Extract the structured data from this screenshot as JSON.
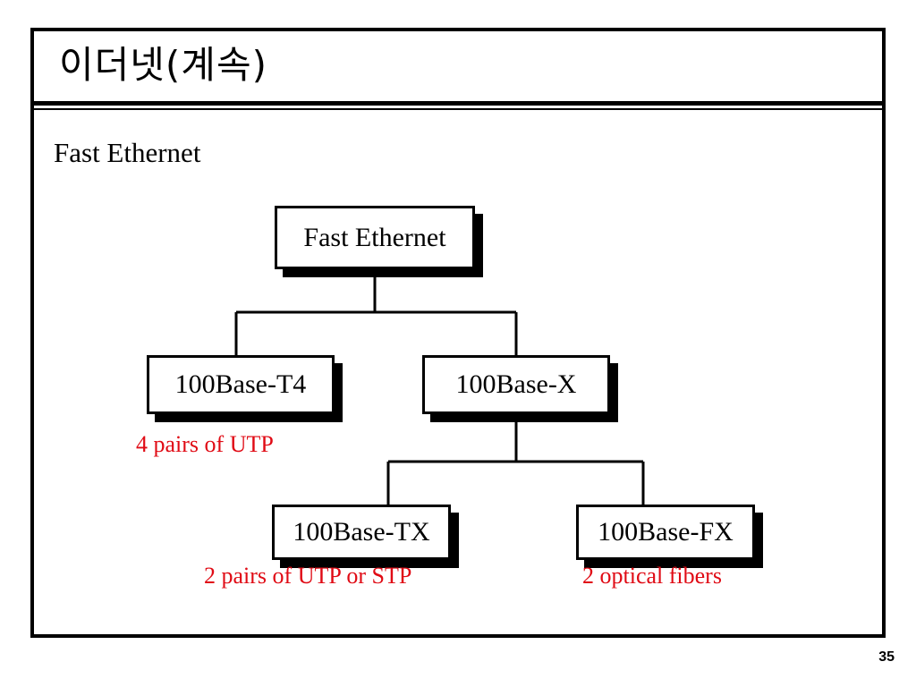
{
  "slide": {
    "title": "이더넷(계속)",
    "subtitle": "Fast Ethernet",
    "page_number": "35",
    "accent_red": "#E00B15",
    "ink": "#000000",
    "background": "#ffffff"
  },
  "diagram": {
    "type": "tree",
    "nodes": [
      {
        "id": "root",
        "label": "Fast Ethernet"
      },
      {
        "id": "t4",
        "label": "100Base-T4"
      },
      {
        "id": "x",
        "label": "100Base-X"
      },
      {
        "id": "tx",
        "label": "100Base-TX"
      },
      {
        "id": "fx",
        "label": "100Base-FX"
      }
    ],
    "captions": [
      {
        "for": "t4",
        "text": "4 pairs of UTP"
      },
      {
        "for": "tx",
        "text": "2 pairs of UTP or STP"
      },
      {
        "for": "fx",
        "text": "2 optical fibers"
      }
    ],
    "edges": [
      {
        "from": "root",
        "to": "t4"
      },
      {
        "from": "root",
        "to": "x"
      },
      {
        "from": "x",
        "to": "tx"
      },
      {
        "from": "x",
        "to": "fx"
      }
    ]
  }
}
